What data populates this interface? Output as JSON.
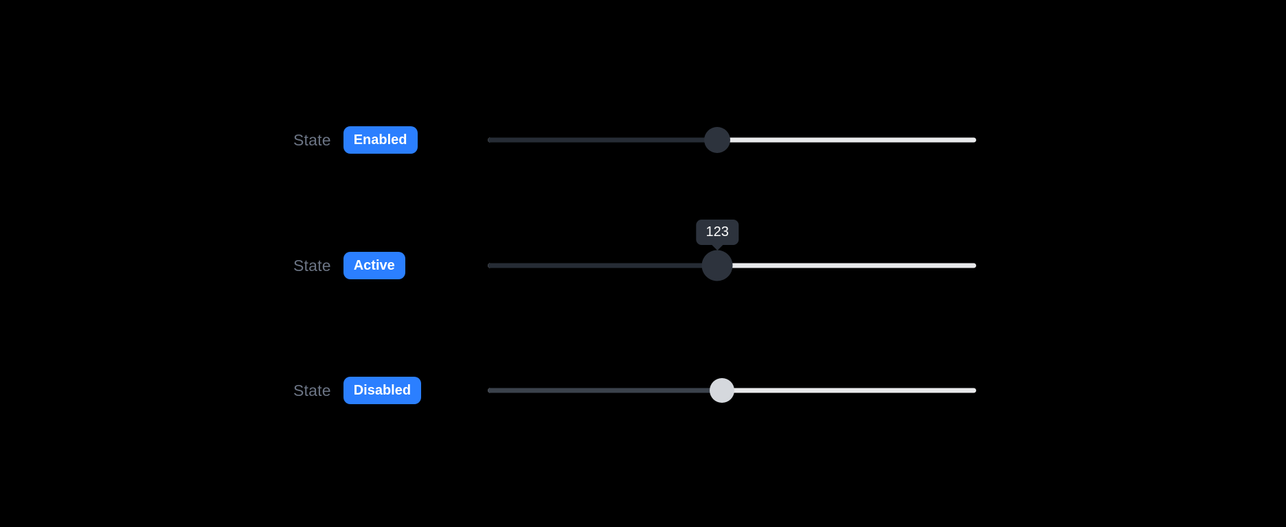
{
  "rows": [
    {
      "label": "State",
      "badge": "Enabled",
      "state": "enabled",
      "value_percent": 47
    },
    {
      "label": "State",
      "badge": "Active",
      "state": "active",
      "value_percent": 47,
      "tooltip": "123"
    },
    {
      "label": "State",
      "badge": "Disabled",
      "state": "disabled",
      "value_percent": 48
    }
  ],
  "colors": {
    "badge_bg": "#2b7fff",
    "badge_text": "#ffffff",
    "label_text": "#6b7484",
    "track_rest": "#e8e9eb",
    "track_fill": "#262c35",
    "track_fill_disabled": "#3b424c",
    "thumb_dark": "#2d333d",
    "thumb_disabled": "#d5d8dd",
    "tooltip_bg": "#2d333d",
    "tooltip_text": "#ffffff",
    "page_background": "#000000"
  }
}
